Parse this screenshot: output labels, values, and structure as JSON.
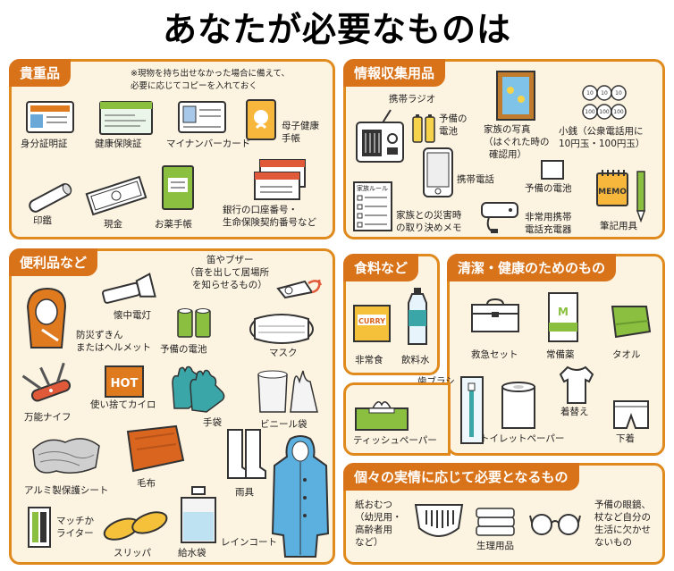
{
  "title": "あなたが必要なものは",
  "colors": {
    "panel_border": "#e08a1e",
    "panel_bg": "#fdf3e1",
    "header_bg": "#d9731a",
    "accent_orange": "#e07a1f",
    "green": "#8bbf3f",
    "teal": "#3aa6a8"
  },
  "valuables": {
    "title": "貴重品",
    "note_line1": "※現物を持ち出せなかった場合に備えて、",
    "note_line2": "必要に応じてコピーを入れておく",
    "items": {
      "id": "身分証明証",
      "insurance": "健康保険証",
      "mynumber": "マイナンバーカード",
      "maternal_1": "母子健康",
      "maternal_2": "手帳",
      "seal": "印鑑",
      "cash": "現金",
      "medicine_book": "お薬手帳",
      "bank_1": "銀行の口座番号・",
      "bank_2": "生命保険契約番号など"
    }
  },
  "info": {
    "title": "情報収集用品",
    "items": {
      "radio": "携帯ラジオ",
      "radio_battery_1": "予備の",
      "radio_battery_2": "電池",
      "photo_1": "家族の写真",
      "photo_2": "（はぐれた時の",
      "photo_3": "確認用）",
      "coins_1": "小銭（公衆電話用に",
      "coins_2": "10円玉・100円玉）",
      "phone": "携帯電話",
      "phone_battery": "予備の電池",
      "rules_card": "家族ルール",
      "rules_1": "家族との災害時",
      "rules_2": "の取り決めメモ",
      "charger_1": "非常用携帯",
      "charger_2": "電話充電器",
      "memo_text": "MEMO",
      "memo": "筆記用具"
    }
  },
  "convenience": {
    "title": "便利品など",
    "items": {
      "whistle_1": "笛やブザー",
      "whistle_2": "（音を出して居場所",
      "whistle_3": "を知らせるもの）",
      "flashlight": "懐中電灯",
      "hood_1": "防災ずきん",
      "hood_2": "またはヘルメット",
      "batteries": "予備の電池",
      "mask": "マスク",
      "knife": "万能ナイフ",
      "hot_text": "HOT",
      "kairo": "使い捨てカイロ",
      "gloves": "手袋",
      "bag": "ビニール袋",
      "blanket_sheet": "アルミ製保護シート",
      "blanket": "毛布",
      "boots": "雨具",
      "lighter_1": "マッチか",
      "lighter_2": "ライター",
      "slippers": "スリッパ",
      "water_bag": "給水袋",
      "raincoat": "レインコート"
    }
  },
  "food": {
    "title": "食料など",
    "items": {
      "curry_text": "CURRY",
      "food": "非常食",
      "water": "飲料水"
    }
  },
  "hygiene": {
    "title": "清潔・健康のためのもの",
    "items": {
      "first_aid": "救急セット",
      "medicine_mark": "M",
      "medicine": "常備薬",
      "towel": "タオル",
      "toothbrush": "歯ブラシ",
      "tissue": "ティッシュペーパー",
      "toilet_paper": "トイレットペーパー",
      "clothes": "着替え",
      "underwear": "下着"
    }
  },
  "individual": {
    "title": "個々の実情に応じて必要となるもの",
    "items": {
      "diaper_1": "紙おむつ",
      "diaper_2": "（幼児用・",
      "diaper_3": "高齢者用",
      "diaper_4": "など）",
      "sanitary": "生理用品",
      "glasses_1": "予備の眼鏡、",
      "glasses_2": "杖など自分の",
      "glasses_3": "生活に欠かせ",
      "glasses_4": "ないもの"
    }
  }
}
